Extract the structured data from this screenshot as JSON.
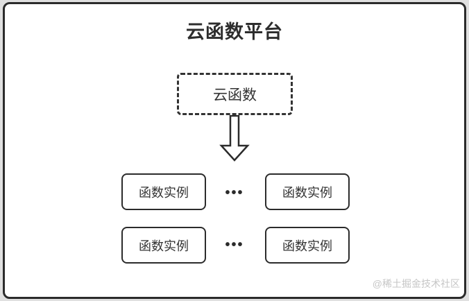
{
  "diagram": {
    "title": "云函数平台",
    "source_box": {
      "label": "云函数"
    },
    "rows": [
      {
        "left": "函数实例",
        "separator": "•••",
        "right": "函数实例"
      },
      {
        "left": "函数实例",
        "separator": "•••",
        "right": "函数实例"
      }
    ],
    "watermark": "@稀土掘金技术社区",
    "colors": {
      "border": "#2b2b2b",
      "text": "#333333",
      "canvas_background": "#ffffff",
      "page_background": "#e0e0e0",
      "watermark_text": "#c6c6c6"
    },
    "icons": {
      "arrow": "down-arrow-icon"
    }
  }
}
